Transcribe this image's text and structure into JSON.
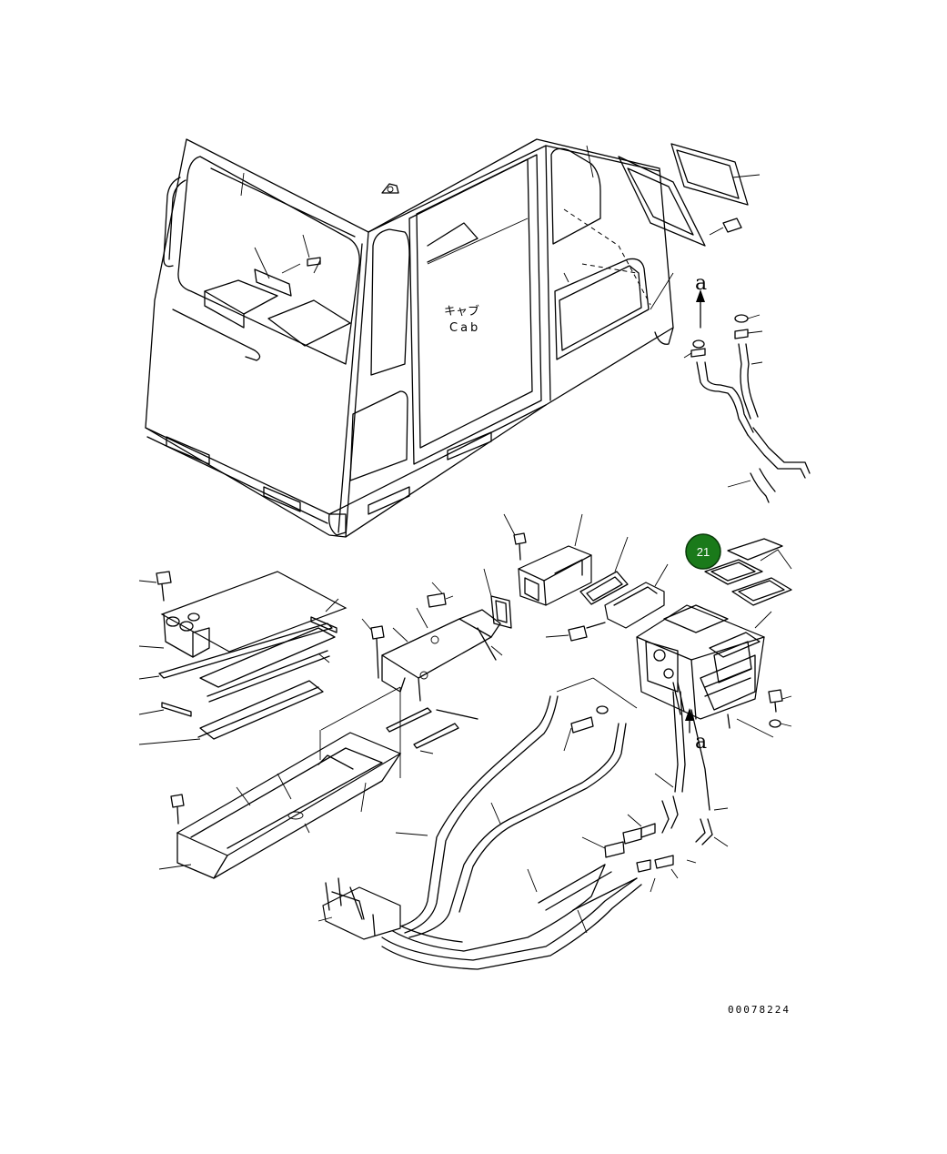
{
  "cab_label_jp": "キャブ",
  "cab_label_en": "Cab",
  "callout": {
    "number": "21",
    "color": "#1a7a1a"
  },
  "direction_marker_top": "a",
  "direction_marker_bottom": "a",
  "drawing_number": "00078224"
}
